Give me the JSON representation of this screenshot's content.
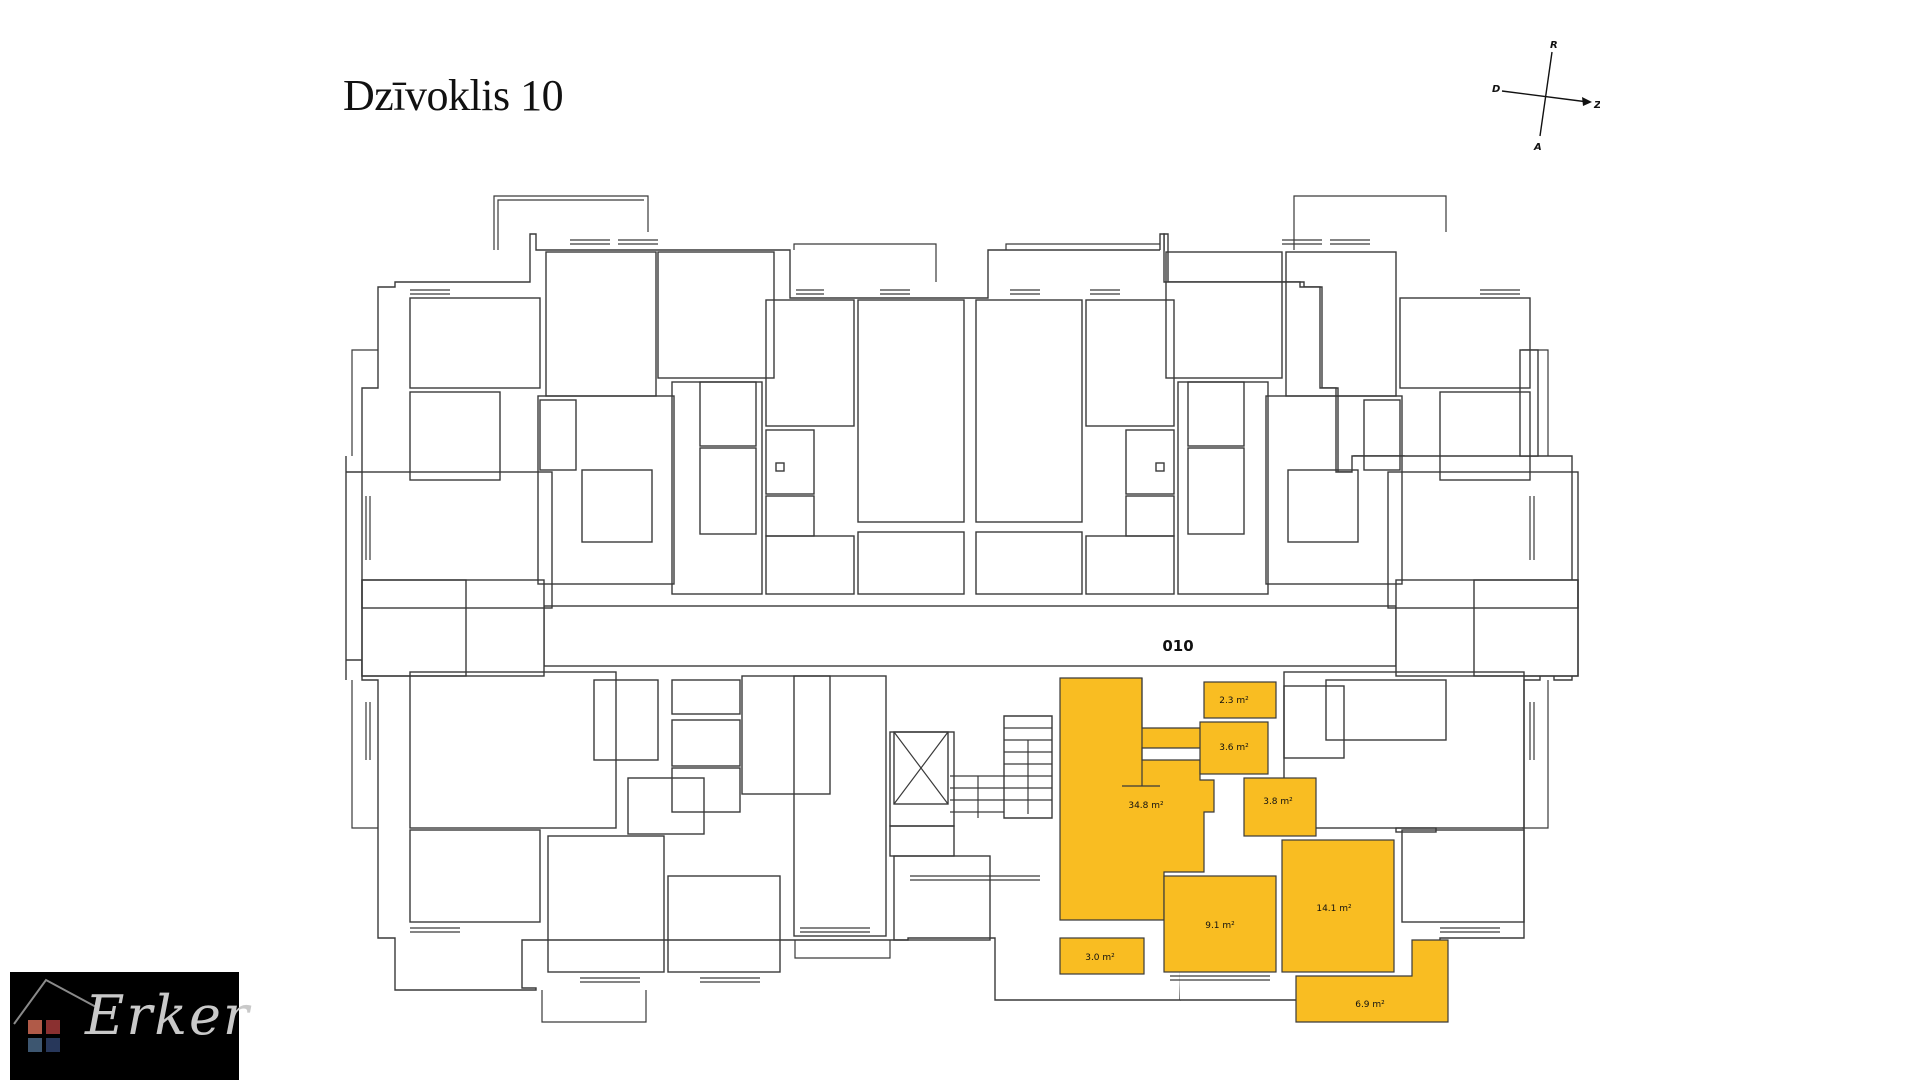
{
  "page": {
    "title": "Dzīvoklis 10"
  },
  "compass": {
    "north": "R",
    "south": "A",
    "west": "D",
    "east": "Z"
  },
  "plan": {
    "unit_label": "010",
    "highlight_color": "#f9bd22",
    "rooms": [
      {
        "id": "living",
        "area": "34.8 m²"
      },
      {
        "id": "storage",
        "area": "2.3 m²"
      },
      {
        "id": "wc",
        "area": "3.6 m²"
      },
      {
        "id": "bath",
        "area": "3.8 m²"
      },
      {
        "id": "bedroom-large",
        "area": "14.1 m²"
      },
      {
        "id": "bedroom-small",
        "area": "9.1 m²"
      },
      {
        "id": "balcony-small",
        "area": "3.0 m²"
      },
      {
        "id": "balcony-large",
        "area": "6.9 m²"
      }
    ]
  },
  "logo": {
    "text": "Erker",
    "window_colors": [
      "#b05a48",
      "#8a3030",
      "#3d5670",
      "#27375a"
    ]
  }
}
